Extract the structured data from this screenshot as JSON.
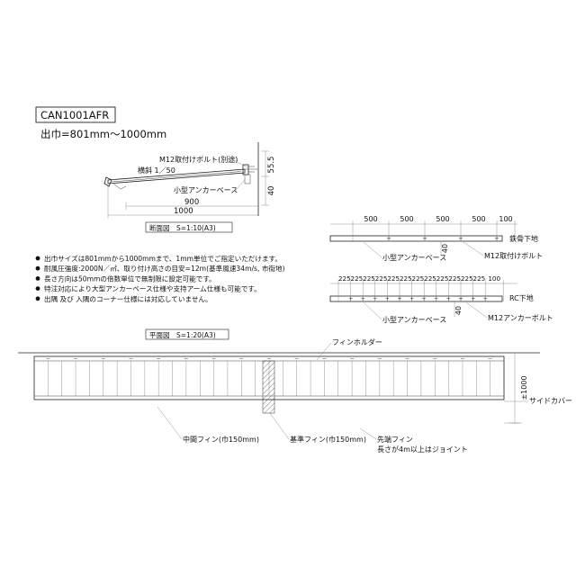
{
  "header": {
    "model": "CAN1001AFR",
    "width_range": "出巾=801mm～1000mm"
  },
  "section": {
    "bolt_label": "M12取付けボルト(別途)",
    "slope_label": "横斜 1／50",
    "anchor_label": "小型アンカーベース",
    "dim_height_a": "55.5",
    "dim_height_b": "40",
    "dim_900": "900",
    "dim_1000": "1000",
    "title": "断面図　S=1:10(A3)"
  },
  "notes": [
    "出巾サイズは801mmから1000mmまで、1mm単位でご指定いただけます。",
    "耐風圧強度:2000N／㎡、取り付け高さの目安=12m(基準風速34m/s, 市街地)",
    "長さ方向は50mmの倍数単位で無制限に設定可能です。",
    "特注対応により大型アンカーベース仕様や支持アーム仕様も可能です。",
    "出隅 及び 入隅のコーナー仕様には対応していません。"
  ],
  "steel_detail": {
    "spacings": [
      "500",
      "500",
      "500",
      "500",
      "100"
    ],
    "dim_40": "40",
    "base_label": "鉄骨下地",
    "anchor_label": "小型アンカーベース",
    "bolt_label": "M12取付けボルト"
  },
  "rc_detail": {
    "spacings": [
      "225",
      "225",
      "225",
      "225",
      "225",
      "225",
      "225",
      "225",
      "225",
      "225",
      "225",
      "225",
      "100"
    ],
    "dim_40": "40",
    "base_label": "RC下地",
    "anchor_label": "小型アンカーベース",
    "bolt_label": "M12アンカーボルト"
  },
  "plan": {
    "title": "平面図　S=1:20(A3)",
    "fin_holder_label": "フィンホルダー",
    "dim_width": "±1000",
    "side_cover_label": "サイドカバー",
    "mid_fin_label": "中間フィン(巾150mm)",
    "base_fin_label": "基準フィン(巾150mm)",
    "tip_fin_label": "先端フィン",
    "joint_label": "長さが4m以上はジョイント"
  }
}
